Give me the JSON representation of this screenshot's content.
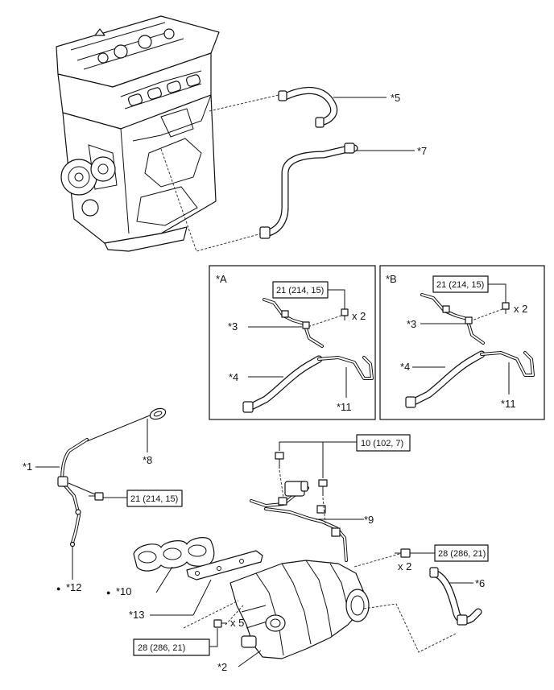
{
  "parts": {
    "p1": "*1",
    "p2": "*2",
    "p3": "*3",
    "p4": "*4",
    "p5": "*5",
    "p6": "*6",
    "p7": "*7",
    "p8": "*8",
    "p9": "*9",
    "p10": "*10",
    "p11": "*11",
    "p12": "*12",
    "p13": "*13"
  },
  "panels": {
    "a": "*A",
    "b": "*B"
  },
  "torque": {
    "t21": "21 (214, 15)",
    "t10": "10 (102, 7)",
    "t28": "28 (286, 21)"
  },
  "qty": {
    "x2": "x 2",
    "x5": "x 5"
  },
  "marks": {
    "bullet": "●"
  }
}
